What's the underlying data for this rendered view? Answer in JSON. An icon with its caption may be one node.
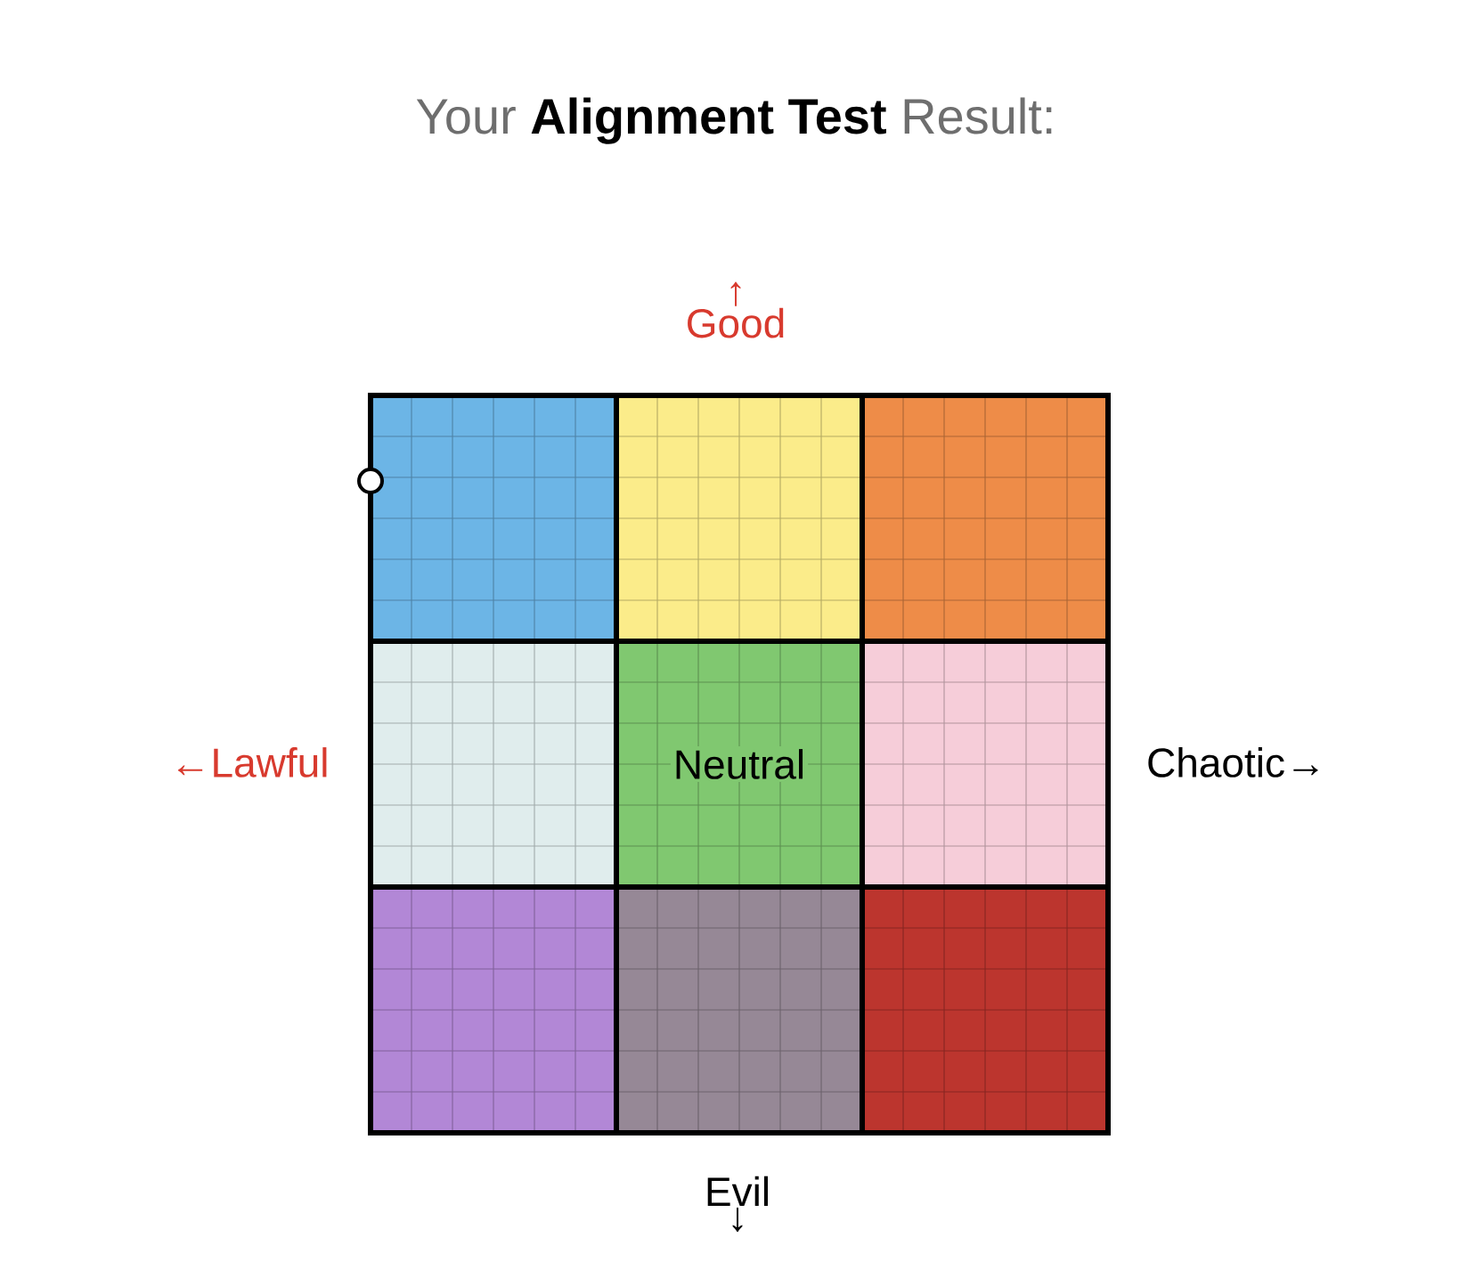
{
  "diagram": {
    "title": "Your **Alignment Test** Result:",
    "nodes": [
      {
        "text": [],
        "shape": "box"
      },
      {
        "text": [],
        "shape": "box"
      },
      {
        "text": [],
        "shape": "box"
      },
      {
        "text": [],
        "shape": "box"
      },
      {
        "text": [
          "Neutral"
        ]
      },
      {
        "text": [],
        "shape": "box"
      },
      {
        "text": [],
        "shape": "box"
      },
      {
        "text": [],
        "shape": "box"
      },
      {
        "text": [],
        "shape": "box"
      }
    ],
    "labels": [
      "↑ Good",
      "←Lawful",
      "Chaotic→",
      "Evil ↓"
    ]
  }
}
